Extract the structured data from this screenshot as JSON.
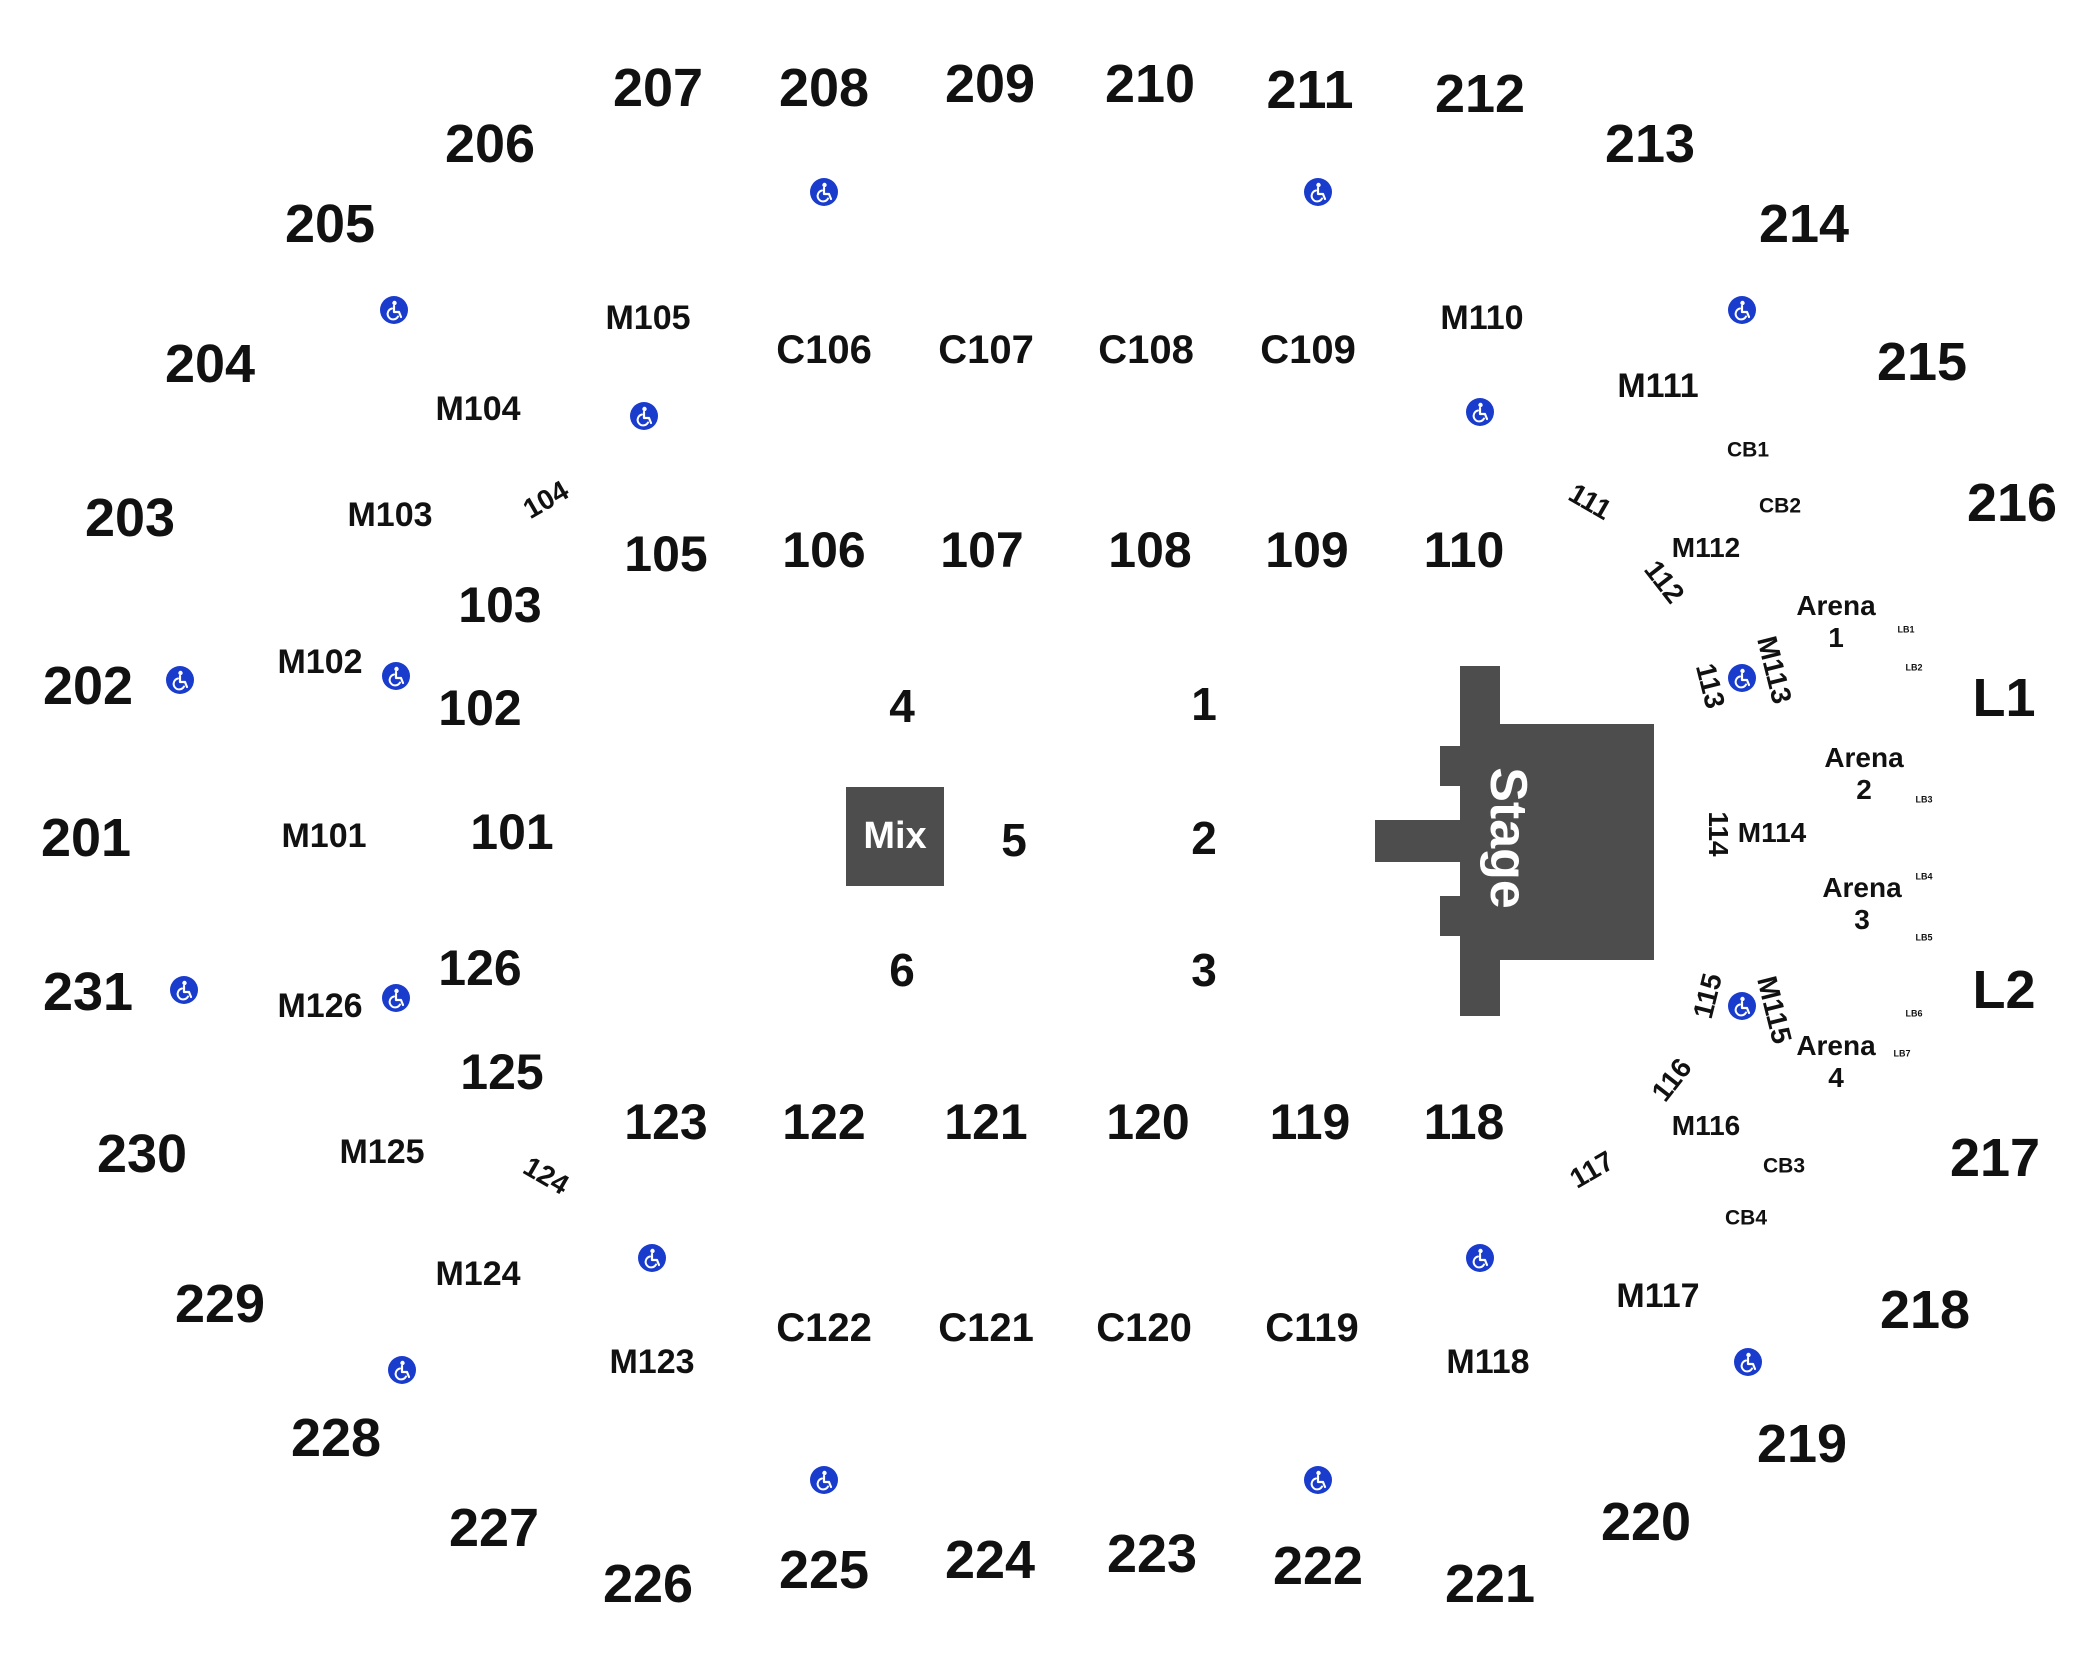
{
  "colors": {
    "stage": "#4d4d4d",
    "mix": "#4d4d4d",
    "accessible": "#1a3ccc",
    "text": "#111111",
    "background": "#ffffff"
  },
  "icons": {
    "accessible_seating": "wheelchair-icon"
  },
  "stage": {
    "label": "Stage"
  },
  "mix": {
    "label": "Mix"
  },
  "upper": {
    "s201": "201",
    "s202": "202",
    "s203": "203",
    "s204": "204",
    "s205": "205",
    "s206": "206",
    "s207": "207",
    "s208": "208",
    "s209": "209",
    "s210": "210",
    "s211": "211",
    "s212": "212",
    "s213": "213",
    "s214": "214",
    "s215": "215",
    "s216": "216",
    "s217": "217",
    "s218": "218",
    "s219": "219",
    "s220": "220",
    "s221": "221",
    "s222": "222",
    "s223": "223",
    "s224": "224",
    "s225": "225",
    "s226": "226",
    "s227": "227",
    "s228": "228",
    "s229": "229",
    "s230": "230",
    "s231": "231",
    "L1": "L1",
    "L2": "L2"
  },
  "lower": {
    "s101": "101",
    "s102": "102",
    "s103": "103",
    "s104": "104",
    "s105": "105",
    "s106": "106",
    "s107": "107",
    "s108": "108",
    "s109": "109",
    "s110": "110",
    "s111": "111",
    "s112": "112",
    "s113": "113",
    "s114": "114",
    "s115": "115",
    "s116": "116",
    "s117": "117",
    "s118": "118",
    "s119": "119",
    "s120": "120",
    "s121": "121",
    "s122": "122",
    "s123": "123",
    "s124": "124",
    "s125": "125",
    "s126": "126"
  },
  "mezzanine": {
    "M101": "M101",
    "M102": "M102",
    "M103": "M103",
    "M104": "M104",
    "M105": "M105",
    "M110": "M110",
    "M111": "M111",
    "M112": "M112",
    "M113": "M113",
    "M114": "M114",
    "M115": "M115",
    "M116": "M116",
    "M117": "M117",
    "M118": "M118",
    "M123": "M123",
    "M124": "M124",
    "M125": "M125",
    "M126": "M126"
  },
  "club": {
    "C106": "C106",
    "C107": "C107",
    "C108": "C108",
    "C109": "C109",
    "C119": "C119",
    "C120": "C120",
    "C121": "C121",
    "C122": "C122",
    "CB1": "CB1",
    "CB2": "CB2",
    "CB3": "CB3",
    "CB4": "CB4"
  },
  "floor": {
    "f1": "1",
    "f2": "2",
    "f3": "3",
    "f4": "4",
    "f5": "5",
    "f6": "6"
  },
  "arena": {
    "a1_name": "Arena",
    "a1_num": "1",
    "a2_name": "Arena",
    "a2_num": "2",
    "a3_name": "Arena",
    "a3_num": "3",
    "a4_name": "Arena",
    "a4_num": "4"
  },
  "loge": {
    "LB1": "LB1",
    "LB2": "LB2",
    "LB3": "LB3",
    "LB4": "LB4",
    "LB5": "LB5",
    "LB6": "LB6",
    "LB7": "LB7"
  }
}
